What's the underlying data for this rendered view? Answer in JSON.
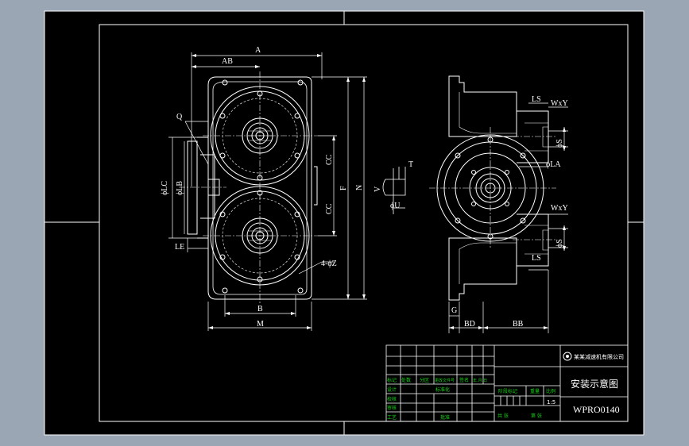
{
  "drawing": {
    "title": "安装示意图",
    "drawing_number": "WPRO0140",
    "company": "某某减速机有限公司",
    "scale": "1:5"
  },
  "dimensions": {
    "A": "A",
    "AB": "AB",
    "Q": "Q",
    "LC": "ϕLC",
    "LB": "ϕLB",
    "LE": "LE",
    "B": "B",
    "M": "M",
    "Z": "4-ϕZ",
    "C1": "CC",
    "C2": "CC",
    "F": "F",
    "N": "N",
    "V": "V",
    "T": "T",
    "U": "ϕU",
    "LA": "ϕLA",
    "LS_top": "LS",
    "WxY_top": "WxY",
    "S_top": "ϕS",
    "WxY_bot": "WxY",
    "S_bot": "ϕS",
    "LS_bot": "LS",
    "G": "G",
    "BD": "BD",
    "BB": "BB"
  },
  "title_block": {
    "revision_headers": [
      "标记",
      "处数",
      "分区",
      "更改文件号",
      "签名",
      "年.月.日"
    ],
    "role_labels": [
      "设计",
      "校核",
      "审核",
      "工艺"
    ],
    "standardized_label": "标准化",
    "approve_label": "批准",
    "stage_label": "阶段标记",
    "weight_label": "重量",
    "scale_label": "比例",
    "sheets_label": "共 张",
    "sheet_no_label": "第 张"
  },
  "colors": {
    "background": "#000000",
    "line": "#ffffff",
    "title_block_text": "#19d419",
    "window_chrome": "#9aa6b4"
  }
}
